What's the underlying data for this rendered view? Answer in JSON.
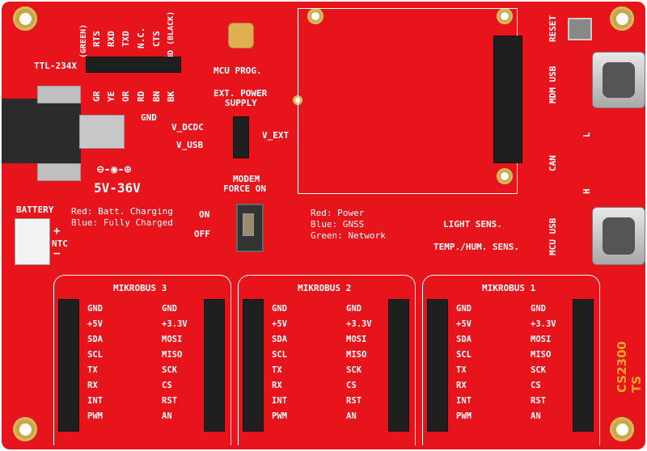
{
  "board": {
    "ttl_header": "TTL-234X",
    "ttl_top_pins": [
      "(GREEN)",
      "RTS",
      "RXD",
      "TXD",
      "N.C.",
      "CTS",
      "GND (BLACK)"
    ],
    "ttl_bottom_pins": [
      "GR",
      "YE",
      "OR",
      "RD",
      "BN",
      "BK"
    ],
    "mcu_prog": "MCU PROG.",
    "gnd": "GND",
    "ext_power": "EXT. POWER",
    "supply": "SUPPLY",
    "v_dcdc": "V_DCDC",
    "v_usb": "V_USB",
    "v_ext": "V_EXT",
    "voltage": "5V-36V",
    "polarity": "⊖-◉-⊕",
    "modem": "MODEM",
    "force_on": "FORCE ON",
    "on": "ON",
    "off": "OFF",
    "battery": "BATTERY",
    "plus": "+",
    "ntc": "NTC",
    "minus": "−",
    "battery_led_1": "Red: Batt. Charging",
    "battery_led_2": "Blue: Fully Charged",
    "status_led_1": "Red: Power",
    "status_led_2": "Blue: GNSS",
    "status_led_3": "Green: Network",
    "light_sens": "LIGHT SENS.",
    "temp_sens": "TEMP./HUM. SENS.",
    "reset": "RESET",
    "mdm_usb": "MDM USB",
    "mcu_usb": "MCU USB",
    "can": "CAN",
    "l": "L",
    "h": "H",
    "product": "CS2300 TS"
  },
  "mikrobus": [
    {
      "title": "MIKROBUS 3",
      "left_pins": [
        "GND",
        "+5V",
        "SDA",
        "SCL",
        "TX",
        "RX",
        "INT",
        "PWM"
      ],
      "right_pins": [
        "GND",
        "+3.3V",
        "MOSI",
        "MISO",
        "SCK",
        "CS",
        "RST",
        "AN"
      ]
    },
    {
      "title": "MIKROBUS 2",
      "left_pins": [
        "GND",
        "+5V",
        "SDA",
        "SCL",
        "TX",
        "RX",
        "INT",
        "PWM"
      ],
      "right_pins": [
        "GND",
        "+3.3V",
        "MOSI",
        "MISO",
        "SCK",
        "CS",
        "RST",
        "AN"
      ]
    },
    {
      "title": "MIKROBUS 1",
      "left_pins": [
        "GND",
        "+5V",
        "SDA",
        "SCL",
        "TX",
        "RX",
        "INT",
        "PWM"
      ],
      "right_pins": [
        "GND",
        "+3.3V",
        "MOSI",
        "MISO",
        "SCK",
        "CS",
        "RST",
        "AN"
      ]
    }
  ],
  "colors": {
    "pcb": "#e8141c",
    "silkscreen": "#ffffff",
    "header": "#1f1f1f",
    "product_text": "#f5a623",
    "mount_hole": "#c9a64a"
  }
}
